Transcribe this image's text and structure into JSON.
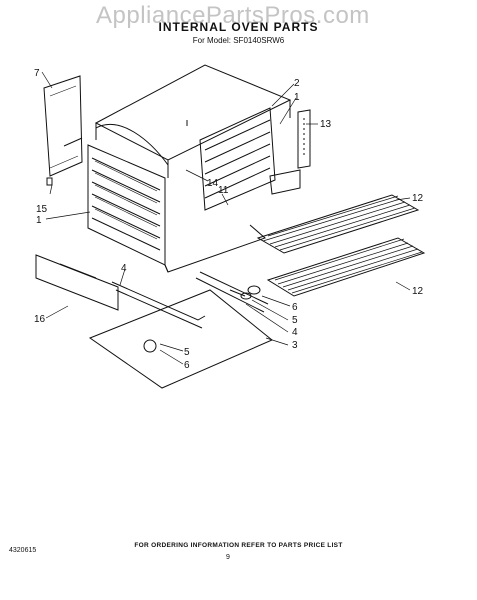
{
  "watermark": "AppliancePartsPros.com",
  "header": {
    "title": "INTERNAL OVEN PARTS",
    "model_line": "For Model: SF0140SRW6"
  },
  "callouts": {
    "c7": "7",
    "c2": "2",
    "c1a": "1",
    "c13": "13",
    "c14": "14",
    "c11": "11",
    "c15": "15",
    "c1b": "1",
    "c12a": "12",
    "c12b": "12",
    "c4a": "4",
    "c16": "16",
    "c6a": "6",
    "c5a": "5",
    "c4b": "4",
    "c3": "3",
    "c5b": "5",
    "c6b": "6"
  },
  "footer": {
    "instructions": "FOR ORDERING INFORMATION REFER TO PARTS PRICE LIST",
    "doc_number": "4320615",
    "page_number": "9"
  }
}
